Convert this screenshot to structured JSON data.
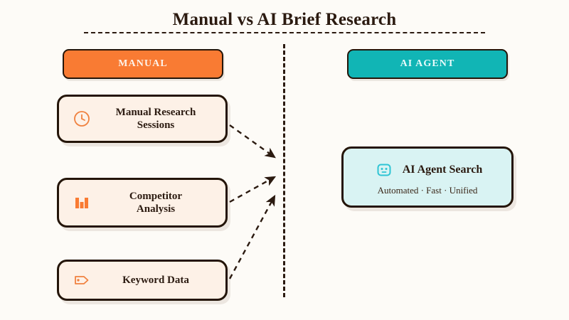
{
  "page": {
    "title": "Manual vs AI Brief Research",
    "background_color": "#fdfbf7",
    "ink_color": "#2b1a10"
  },
  "columns": {
    "left": {
      "badge_label": "MANUAL",
      "badge_color": "#f97b33",
      "badge_text_color": "#fdf3ea"
    },
    "right": {
      "badge_label": "AI AGENT",
      "badge_color": "#11b5b5",
      "badge_text_color": "#e9fbfb"
    }
  },
  "manual_cards": [
    {
      "icon": "clock-icon",
      "label_line1": "Manual Research",
      "label_line2": "Sessions",
      "accent_color": "#f0813f",
      "background_color": "#fdf1e7"
    },
    {
      "icon": "bar-chart-icon",
      "label_line1": "Competitor",
      "label_line2": "Analysis",
      "accent_color": "#f97b33",
      "background_color": "#fdf1e7"
    },
    {
      "icon": "tag-icon",
      "label_line1": "Keyword Data",
      "label_line2": "",
      "accent_color": "#f0813f",
      "background_color": "#fdf1e7"
    }
  ],
  "ai_card": {
    "icon": "robot-icon",
    "title": "AI Agent Search",
    "subtitle": "Automated · Fast · Unified",
    "accent_color": "#2ec4d4",
    "background_color": "#d9f3f3"
  },
  "connectors": {
    "count": 3,
    "style": "dashed-arrow",
    "color": "#2b1a10",
    "direction": "left-cards-to-center"
  },
  "divider": {
    "style": "vertical-dashed",
    "color": "#2b1a10"
  }
}
